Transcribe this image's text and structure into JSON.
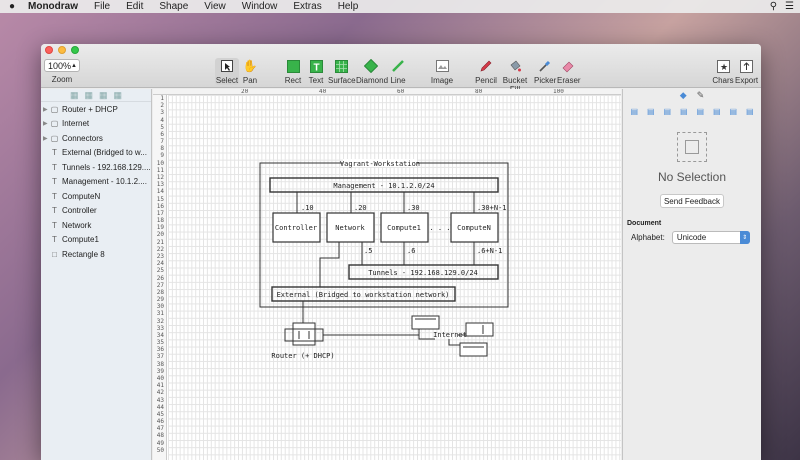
{
  "menubar": {
    "apple": "",
    "app_name": "Monodraw",
    "items": [
      "File",
      "Edit",
      "Shape",
      "View",
      "Window",
      "Extras",
      "Help"
    ]
  },
  "toolbar": {
    "zoom_value": "100%",
    "zoom_label": "Zoom",
    "tools": [
      {
        "label": "Select",
        "icon": "cursor-icon",
        "active": true
      },
      {
        "label": "Pan",
        "icon": "hand-icon"
      },
      {
        "label": "Rect",
        "icon": "rect-icon"
      },
      {
        "label": "Text",
        "icon": "text-icon"
      },
      {
        "label": "Surface",
        "icon": "surface-icon"
      },
      {
        "label": "Diamond",
        "icon": "diamond-icon"
      },
      {
        "label": "Line",
        "icon": "line-icon"
      },
      {
        "label": "Image",
        "icon": "image-icon"
      },
      {
        "label": "Pencil",
        "icon": "pencil-icon"
      },
      {
        "label": "Bucket Fill",
        "icon": "bucket-icon"
      },
      {
        "label": "Picker",
        "icon": "picker-icon"
      },
      {
        "label": "Eraser",
        "icon": "eraser-icon"
      },
      {
        "label": "Chars",
        "icon": "chars-icon"
      },
      {
        "label": "Export",
        "icon": "export-icon"
      }
    ]
  },
  "layers": [
    {
      "label": "Router + DHCP",
      "type": "group"
    },
    {
      "label": "Internet",
      "type": "group"
    },
    {
      "label": "Connectors",
      "type": "group"
    },
    {
      "label": "External (Bridged to w...",
      "type": "text"
    },
    {
      "label": "Tunnels - 192.168.129....",
      "type": "text"
    },
    {
      "label": "Management - 10.1.2....",
      "type": "text"
    },
    {
      "label": "ComputeN",
      "type": "text"
    },
    {
      "label": "Controller",
      "type": "text"
    },
    {
      "label": "Network",
      "type": "text"
    },
    {
      "label": "Compute1",
      "type": "text"
    },
    {
      "label": "Rectangle 8",
      "type": "rect"
    }
  ],
  "ruler": {
    "top_labels": [
      "20",
      "40",
      "60",
      "80",
      "100"
    ],
    "left_start": 1,
    "left_end": 50
  },
  "diagram": {
    "title": "Vagrant-Workstation",
    "management": "Management - 10.1.2.0/24",
    "ip_labels": [
      ".10",
      ".20",
      ".30",
      ".30+N-1"
    ],
    "nodes": [
      "Controller",
      "Network",
      "Compute1",
      "ComputeN"
    ],
    "dots": ". . .",
    "tunnel_ips": [
      ".5",
      ".6",
      ".6+N-1"
    ],
    "tunnels": "Tunnels - 192.168.129.0/24",
    "external": "External (Bridged to workstation network)",
    "router": "Router (+ DHCP)",
    "internet": "Internet"
  },
  "inspector": {
    "no_selection": "No Selection",
    "feedback_button": "Send Feedback",
    "document_heading": "Document",
    "alphabet_label": "Alphabet:",
    "alphabet_value": "Unicode"
  }
}
